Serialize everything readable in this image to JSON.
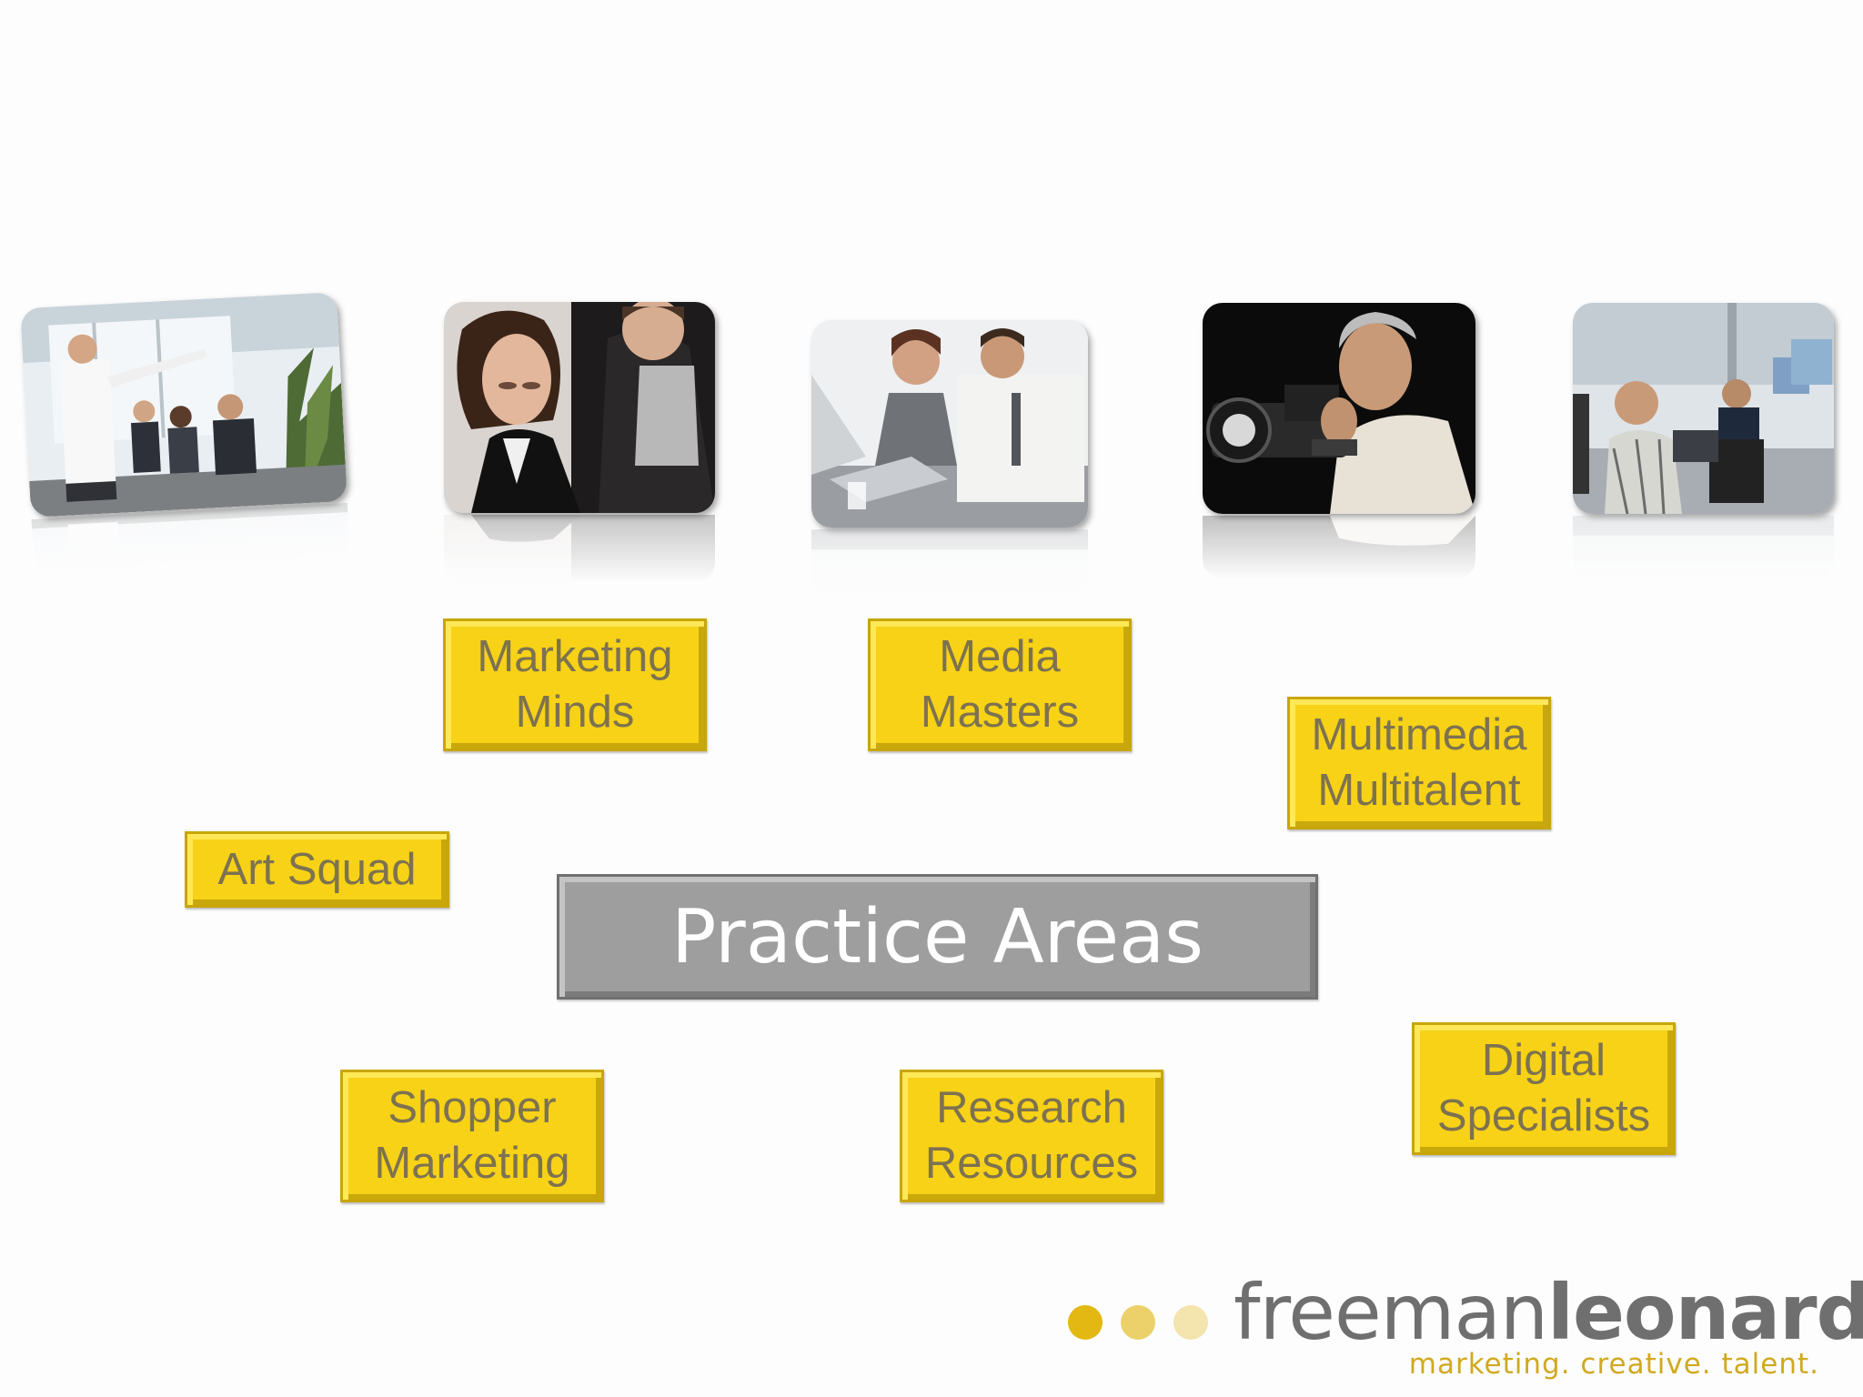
{
  "center": {
    "title": "Practice Areas"
  },
  "practice_areas": [
    {
      "id": "marketing-minds",
      "lines": [
        "Marketing",
        "Minds"
      ]
    },
    {
      "id": "media-masters",
      "lines": [
        "Media",
        "Masters"
      ]
    },
    {
      "id": "multimedia-multitalent",
      "lines": [
        "Multimedia",
        "Multitalent"
      ]
    },
    {
      "id": "art-squad",
      "lines": [
        "Art Squad"
      ]
    },
    {
      "id": "shopper-marketing",
      "lines": [
        "Shopper",
        "Marketing"
      ]
    },
    {
      "id": "research-resources",
      "lines": [
        "Research",
        "Resources"
      ]
    },
    {
      "id": "digital-specialists",
      "lines": [
        "Digital",
        "Specialists"
      ]
    }
  ],
  "photos": [
    {
      "subject": "presentation-meeting-photo"
    },
    {
      "subject": "businesswoman-collaborating-photo"
    },
    {
      "subject": "colleagues-at-laptop-photo"
    },
    {
      "subject": "cameraman-photo"
    },
    {
      "subject": "office-workers-computers-photo"
    }
  ],
  "logo": {
    "word_light": "freeman",
    "word_bold": "leonard",
    "tagline": "marketing. creative. talent.",
    "dot_colors": [
      "#e3b812",
      "#ecd16a",
      "#f4e4ad"
    ]
  },
  "colors": {
    "practice_box": "#f7d217",
    "practice_text": "#7d7250",
    "center_box": "#9e9e9e",
    "logo_text": "#6f6f6f",
    "tagline": "#d1a920"
  }
}
